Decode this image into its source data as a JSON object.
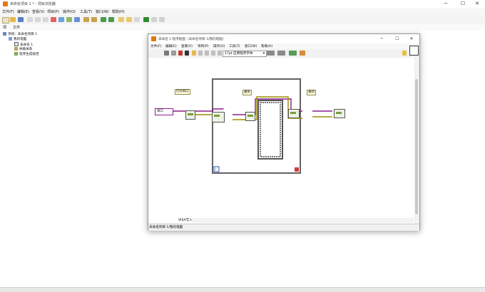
{
  "main": {
    "title": "未命名项目 1 * - 项目浏览器",
    "menu": [
      "文件(F)",
      "编辑(E)",
      "查看(V)",
      "项目(P)",
      "操作(O)",
      "工具(T)",
      "窗口(W)",
      "帮助(H)"
    ],
    "tabs": [
      "项",
      "文件"
    ],
    "tree": [
      "项目：未命名项目 1",
      "我的电脑",
      "未命名 1",
      "依赖关系",
      "程序生成规范"
    ],
    "buttons": {
      "minimize": "─",
      "maximize": "☐",
      "close": "✕"
    }
  },
  "block_diagram": {
    "title": "未命名 1 程序框图（未命名项目 1/我的电脑）",
    "menu": [
      "文件(F)",
      "编辑(E)",
      "查看(V)",
      "项目(P)",
      "操作(O)",
      "工具(T)",
      "窗口(W)",
      "帮助(H)"
    ],
    "font": "17pt 应用程序字体",
    "labels": {
      "open_serial": "打开串口",
      "communicate": "通讯",
      "close": "关闭",
      "serial_control": "串口",
      "footer_text": "VISA写入"
    },
    "loop_iteration": "i",
    "status_path": "未命名项目 1/我的电脑",
    "buttons": {
      "minimize": "─",
      "maximize": "☐",
      "close": "✕"
    }
  },
  "colors": {
    "app_icon": "#e07a10",
    "visa_wire": "#8a1f8a",
    "error_wire": "#9c8d00",
    "structure_border": "#505050"
  }
}
